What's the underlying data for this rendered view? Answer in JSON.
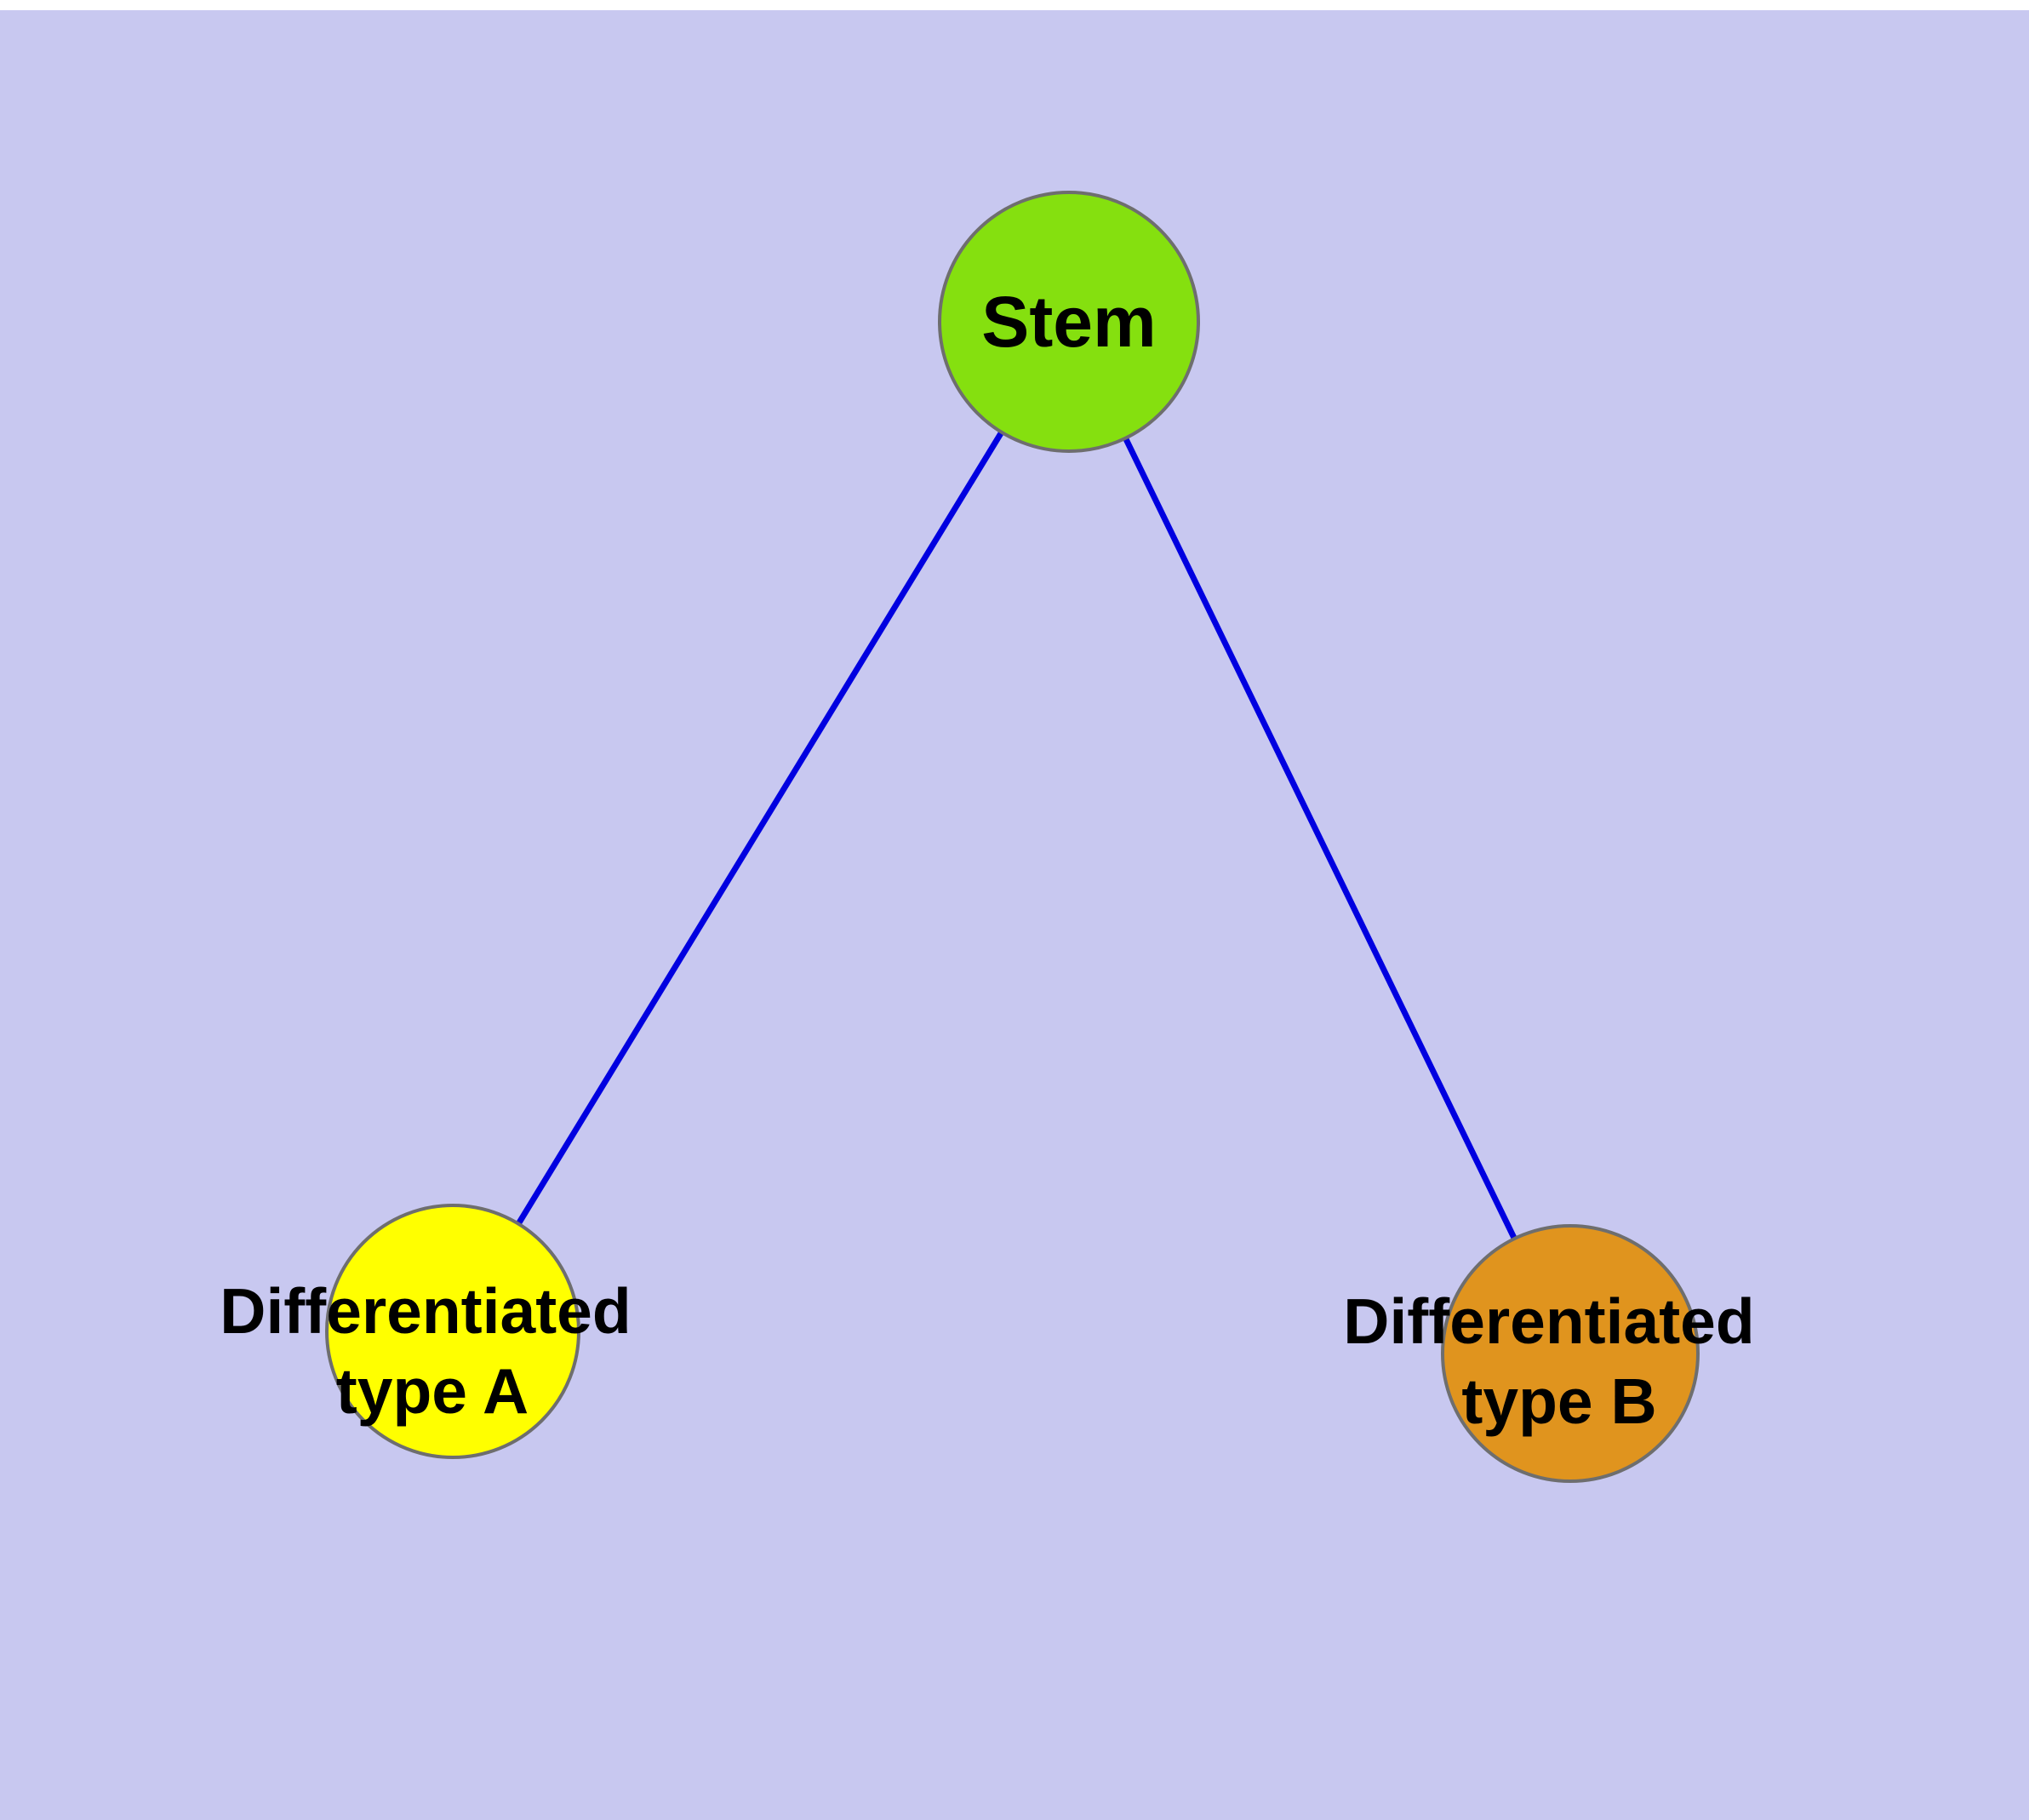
{
  "diagram": {
    "type": "graph",
    "description": "Stem cell differentiation diagram: one stem node connected to two differentiated cell type nodes",
    "background_color": "#c8c8f0",
    "edge_color": "#0000e0",
    "node_border_color": "#6e6e6e",
    "text_color": "#000000",
    "nodes": [
      {
        "id": "stem",
        "label_lines": [
          "Stem"
        ],
        "color": "#85e00f"
      },
      {
        "id": "differentiated-type-a",
        "label_lines": [
          "Differentiated",
          "type A"
        ],
        "color": "#ffff00"
      },
      {
        "id": "differentiated-type-b",
        "label_lines": [
          "Differentiated",
          "type B"
        ],
        "color": "#e0941e"
      }
    ],
    "edges": [
      {
        "from": "stem",
        "to": "differentiated-type-a"
      },
      {
        "from": "stem",
        "to": "differentiated-type-b"
      }
    ]
  }
}
